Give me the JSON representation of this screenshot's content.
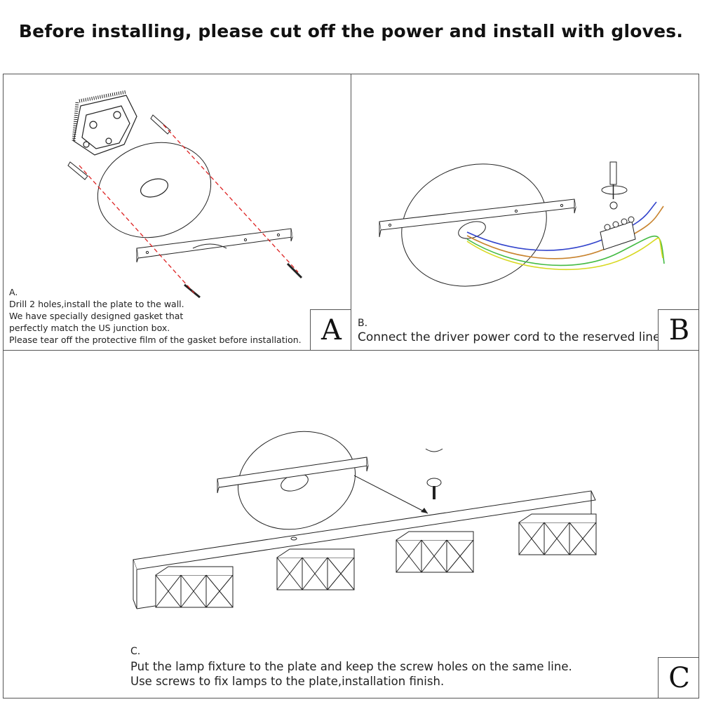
{
  "header": {
    "title": "Before installing,   please cut off the power and install with gloves."
  },
  "panels": {
    "a": {
      "letter": "A",
      "step": "A.",
      "lines": [
        "Drill 2 holes,install the plate to the wall.",
        "We have specially designed gasket that",
        "perfectly match the US junction box.",
        "Please tear off the protective film of the gasket before installation."
      ]
    },
    "b": {
      "letter": "B",
      "step": "B.",
      "lines": [
        "Connect the driver power cord to the reserved line."
      ],
      "wire_colors": [
        "#3344cc",
        "#c8832e",
        "#44bb44",
        "#d8d820"
      ]
    },
    "c": {
      "letter": "C",
      "step": "C.",
      "lines": [
        "Put the lamp fixture to the plate and keep the screw holes on the same line.",
        "Use screws to fix lamps to the plate,installation finish."
      ]
    }
  },
  "colors": {
    "guide_line": "#dd2222",
    "outline": "#222222"
  }
}
